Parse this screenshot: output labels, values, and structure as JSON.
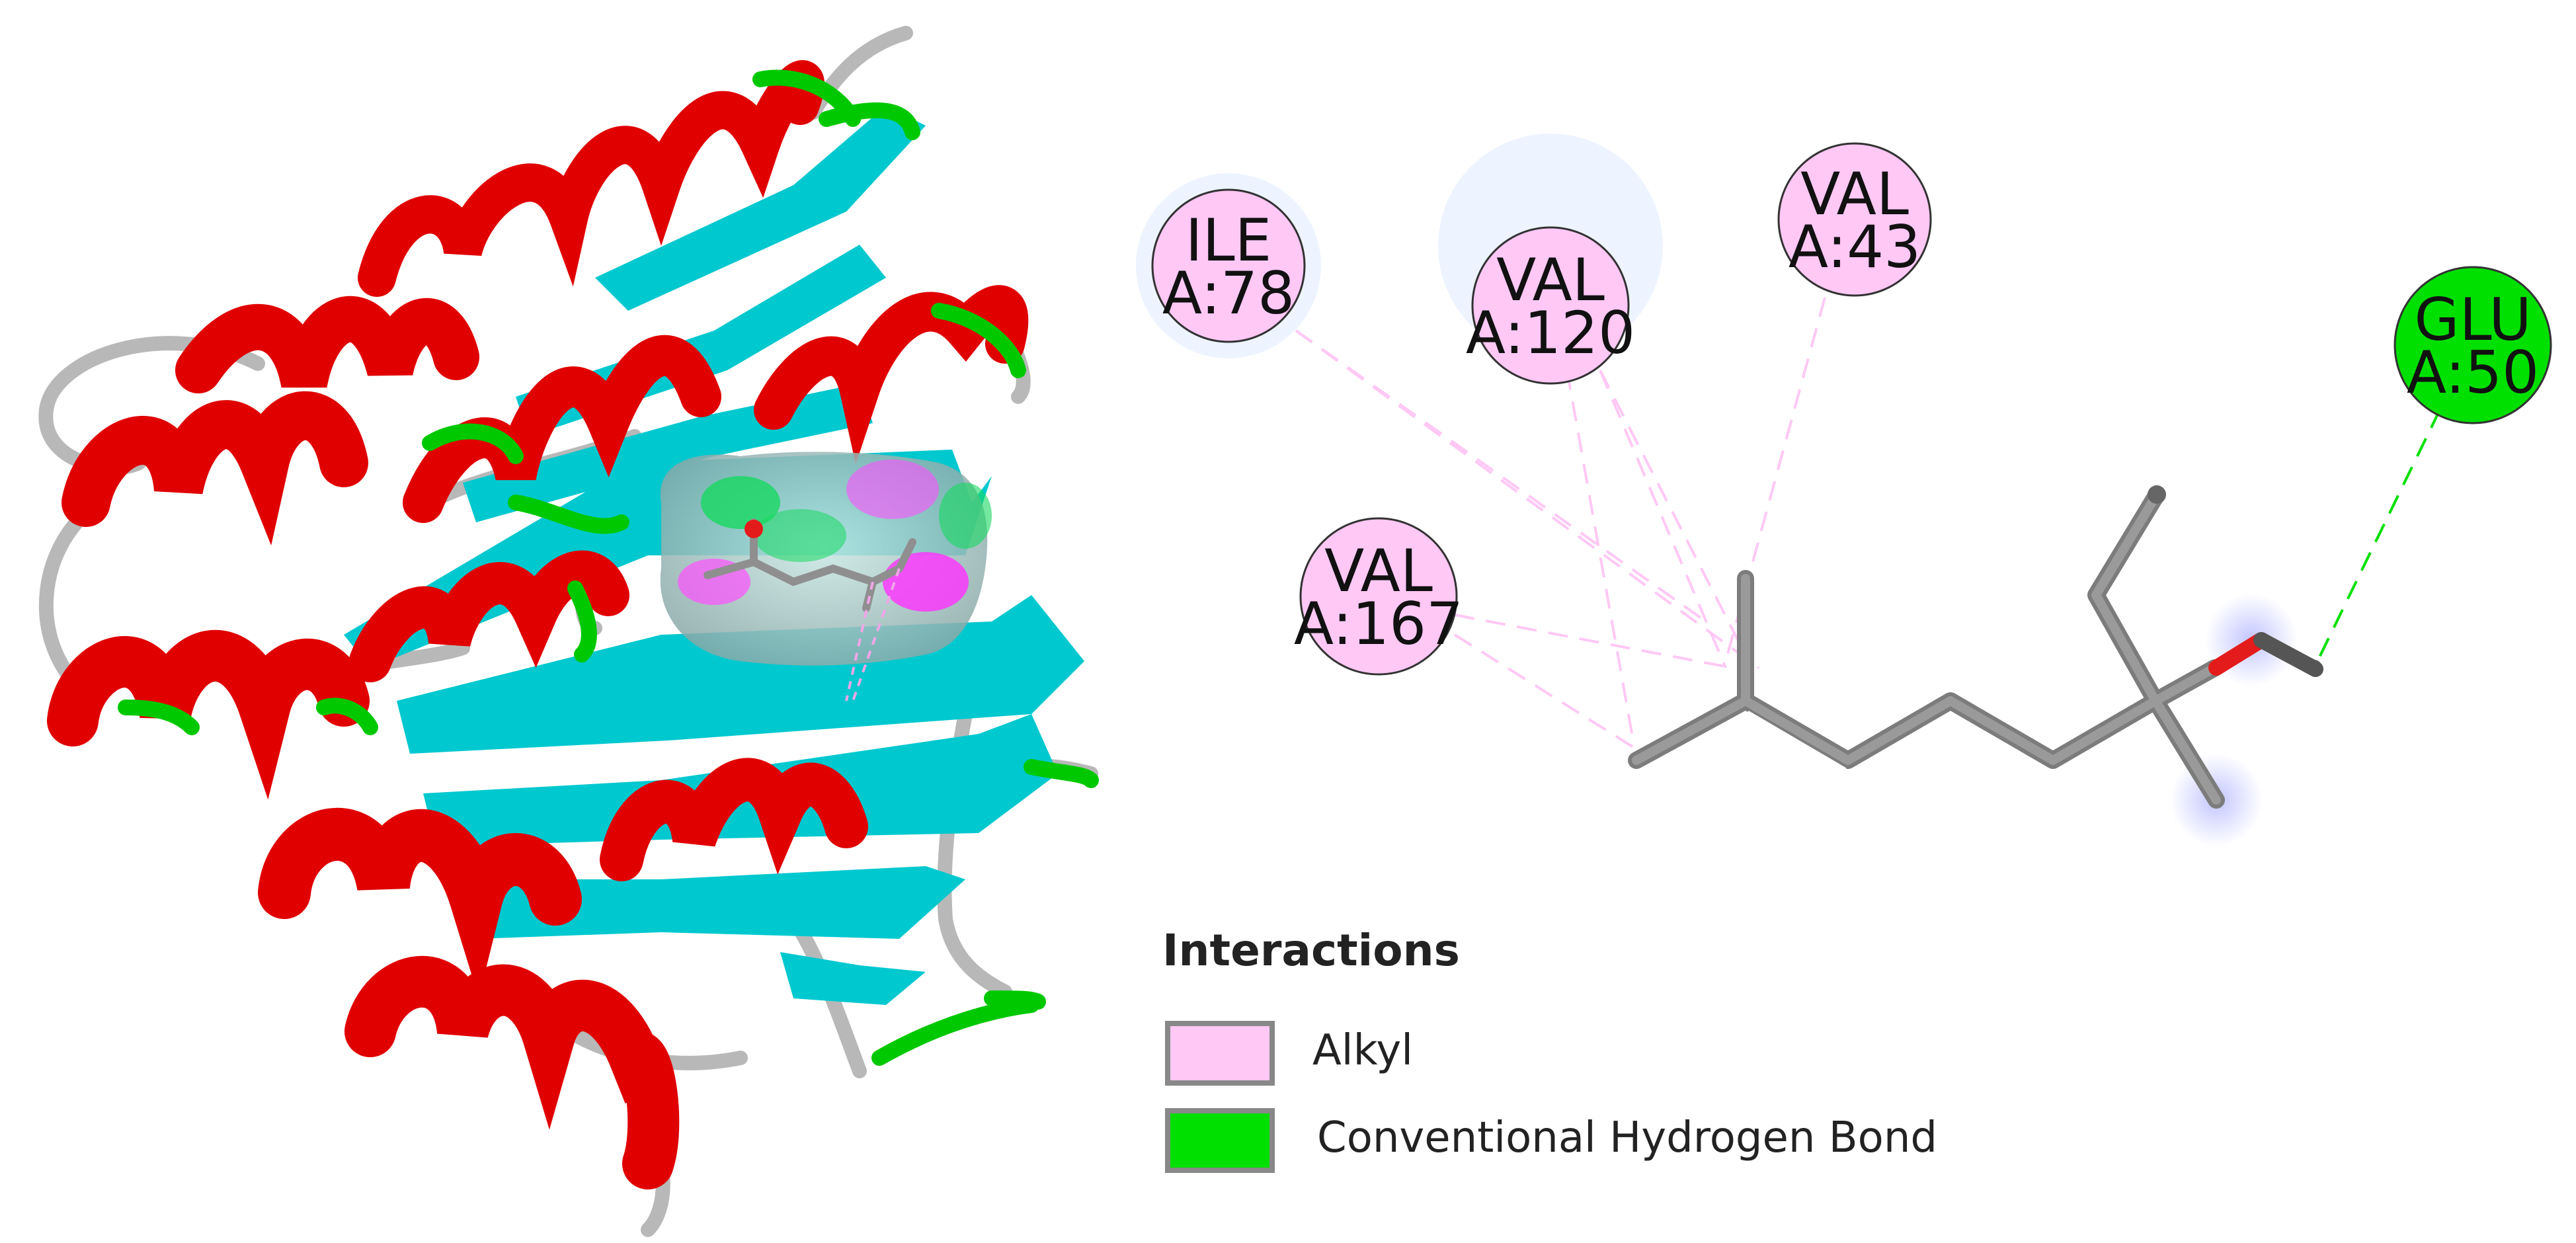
{
  "colors": {
    "helix": "#e00000",
    "sheet": "#00c8cf",
    "coil": "#b8b8b8",
    "turn": "#00c800",
    "alkyl": "#ffc8f5",
    "hbond": "#00e000",
    "bond": "#9a9a9a",
    "oxygen": "#e41b1b"
  },
  "residues": [
    {
      "id": "ile78",
      "name": "ILE",
      "chain": "A:78",
      "type": "alkyl"
    },
    {
      "id": "val120",
      "name": "VAL",
      "chain": "A:120",
      "type": "alkyl"
    },
    {
      "id": "val43",
      "name": "VAL",
      "chain": "A:43",
      "type": "alkyl"
    },
    {
      "id": "val167",
      "name": "VAL",
      "chain": "A:167",
      "type": "alkyl"
    },
    {
      "id": "glu50",
      "name": "GLU",
      "chain": "A:50",
      "type": "hbond"
    }
  ],
  "legend": {
    "title": "Interactions",
    "items": [
      {
        "label": "Alkyl",
        "type": "alkyl"
      },
      {
        "label": "Conventional Hydrogen Bond",
        "type": "hbond"
      }
    ]
  }
}
